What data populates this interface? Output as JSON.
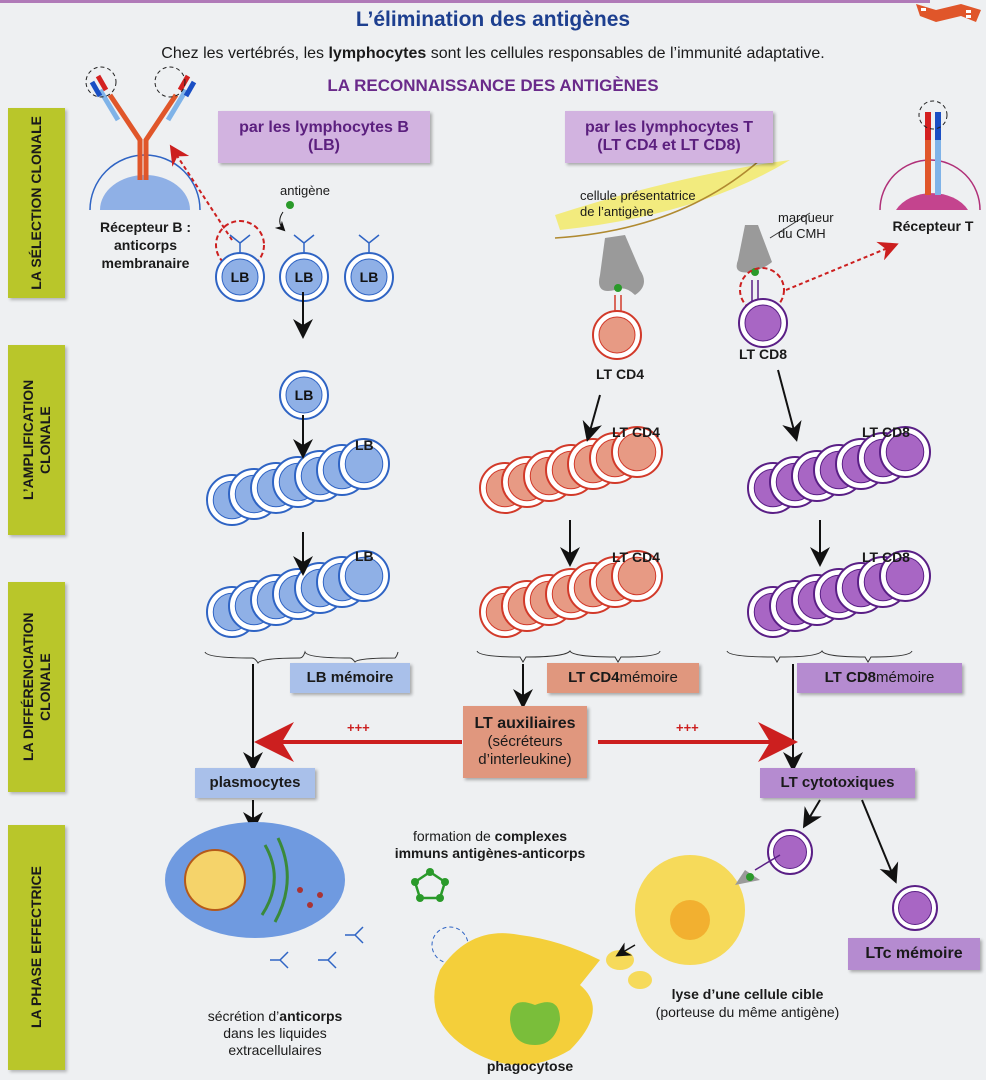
{
  "title": "L’élimination des antigènes",
  "subtitle": {
    "before": "Chez les vertébrés, les ",
    "bold": "lymphocytes",
    "after": " sont les cellules responsables de l’immunité adaptative."
  },
  "section_title": "LA RECONNAISSANCE DES ANTIGÈNES",
  "phases": [
    {
      "label": "LA SÉLECTION CLONALE"
    },
    {
      "label": "L’AMPLIFICATION CLONALE"
    },
    {
      "label": "LA DIFFÉRENCIATION CLONALE"
    },
    {
      "label": "LA PHASE EFFECTRICE"
    }
  ],
  "recognition": {
    "b_box": {
      "line1": "par les lymphocytes B",
      "line2": "(LB)"
    },
    "t_box": {
      "line1": "par les lymphocytes T",
      "line2": "(LT CD4 et LT CD8)"
    },
    "receptor_b": {
      "line1": "Récepteur B :",
      "line2": "anticorps",
      "line3": "membranaire"
    },
    "receptor_t": "Récepteur T",
    "antigen_label": "antigène",
    "apc_label": {
      "line1": "cellule présentatrice",
      "line2": "de l’antigène"
    },
    "mhc_label": {
      "line1": "marqueur",
      "line2": "du CMH"
    },
    "lb_cell": "LB",
    "lt_cd4": "LT CD4",
    "lt_cd8": "LT CD8"
  },
  "amplification": {
    "lb": "LB",
    "cd4": "LT CD4",
    "cd8": "LT CD8"
  },
  "differentiation": {
    "lb": "LB",
    "cd4": "LT CD4",
    "cd8": "LT CD8",
    "lb_memory": "LB mémoire",
    "cd4_memory": {
      "bold": "LT CD4",
      "rest": " mémoire"
    },
    "cd8_memory": {
      "bold": "LT CD8",
      "rest": " mémoire"
    },
    "helper": {
      "line1": "LT auxiliaires",
      "line2": "(sécréteurs",
      "line3": "d’interleukine)"
    },
    "plus_left": "+++",
    "plus_right": "+++",
    "plasmocytes": "plasmocytes",
    "cytotoxic": "LT cytotoxiques"
  },
  "effector": {
    "immune_complex": {
      "before": "formation de ",
      "bold": "complexes",
      "line2": "immuns antigènes-anticorps"
    },
    "antibody_secretion": {
      "before": "sécrétion d’",
      "bold": "anticorps",
      "line2": "dans les liquides",
      "line3": "extracellulaires"
    },
    "phagocytosis": "phagocytose",
    "lysis": {
      "line1": "lyse d’une cellule cible",
      "line2": "(porteuse du même antigène)"
    },
    "ltc_memory": "LTc mémoire"
  },
  "colors": {
    "title": "#1d3f8f",
    "section": "#6a2a8a",
    "phase_bg": "#b9c62a",
    "lb_fill": "#8fb0e6",
    "lb_stroke": "#2f64c4",
    "cd4_fill": "#e79a84",
    "cd4_stroke": "#d23a2a",
    "cd8_fill": "#a866c4",
    "cd8_stroke": "#5a1f86",
    "red_arrow": "#cc1f1f"
  }
}
